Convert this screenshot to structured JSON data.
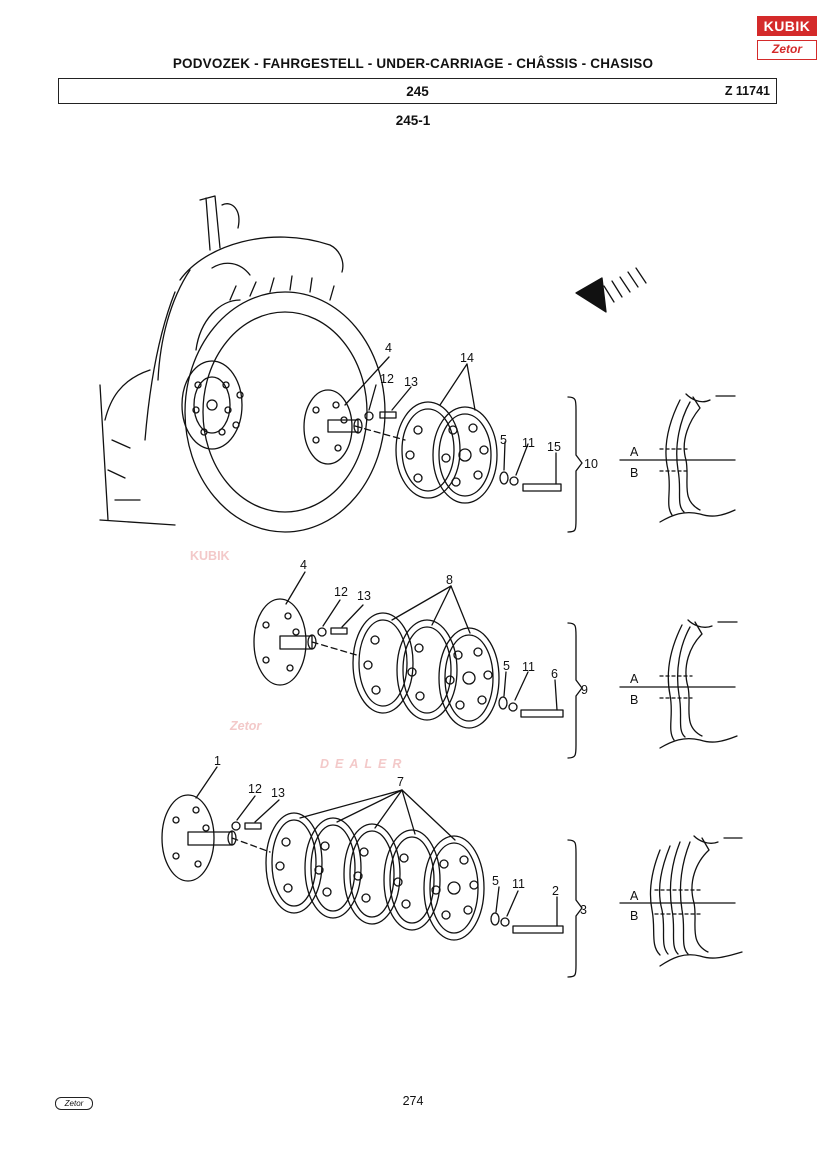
{
  "header": {
    "title": "PODVOZEK - FAHRGESTELL - UNDER-CARRIAGE - CHÂSSIS - CHASISO",
    "group": "245",
    "code": "Z 11741",
    "subgroup": "245-1"
  },
  "logos": {
    "top_right_line1": "KUBIK",
    "top_right_line2": "Zetor",
    "bottom_left": "Zetor"
  },
  "watermark": {
    "line1": "KUBIK",
    "line2": "Zetor",
    "line3": "DEALER"
  },
  "callouts": {
    "g1": [
      "4",
      "12",
      "13",
      "14",
      "5",
      "11",
      "15",
      "10"
    ],
    "g2": [
      "4",
      "12",
      "13",
      "8",
      "5",
      "11",
      "6",
      "9"
    ],
    "g3": [
      "1",
      "12",
      "13",
      "7",
      "5",
      "11",
      "2",
      "3"
    ]
  },
  "side_labels": {
    "a": "A",
    "b": "B"
  },
  "footer": {
    "page": "274"
  },
  "colors": {
    "logo_red": "#d42a2a",
    "watermark": "#f3c9c9",
    "ink": "#111111"
  }
}
